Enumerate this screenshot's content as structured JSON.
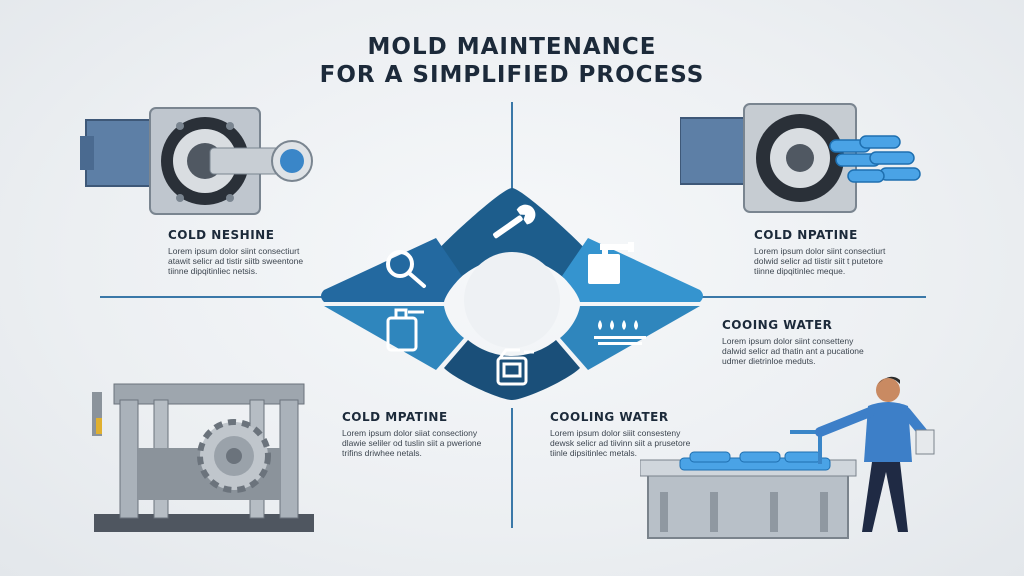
{
  "title": {
    "line1": "MOLD MAINTENANCE",
    "line2": "FOR A SIMPLIFIED PROCESS"
  },
  "blocks": {
    "top_left": {
      "heading": "COLD NESHINE",
      "body": "Lorem ipsum dolor siint consectiurt atawit selicr ad tistir siitb sweentone tiinne dipqitinliec netsis."
    },
    "top_right": {
      "heading": "COLD NPATINE",
      "body": "Lorem ipsum dolor siint consectiurt dolwid selicr ad tiistir siit t putetore tiinne dipqitinlec meque."
    },
    "mid_right": {
      "heading": "COOING WATER",
      "body": "Lorem ipsum dolor siint consetteny dalwid selicr ad thatin ant a pucatione udmer dietrinloe meduts."
    },
    "bottom_left": {
      "heading": "COLD MPATINE",
      "body": "Lorem ipsum dolor siiat consectiony dlawie seliler od tuslin siit a pwerione trifins driwhee netals."
    },
    "bottom_right": {
      "heading": "COOLING WATER",
      "body": "Lorem ipsum dolor siiit consesteny dewsk selicr ad tiivinn siit a prusetore tiinle dipsitinlec metals."
    }
  },
  "icons": {
    "top_petal": "wrench-icon",
    "left_petal": "magnifier-icon",
    "right_petal": "faucet-tank-icon",
    "lower_left_petal": "canister-icon",
    "lower_right_petal": "water-drops-icon",
    "bottom_petal": "jerrycan-icon"
  },
  "colors": {
    "dark_blue": "#1d5d8c",
    "mid_blue": "#2f86bd",
    "light_blue": "#3a9ad6",
    "divider": "#3a78a8",
    "title": "#1c2a3a"
  }
}
